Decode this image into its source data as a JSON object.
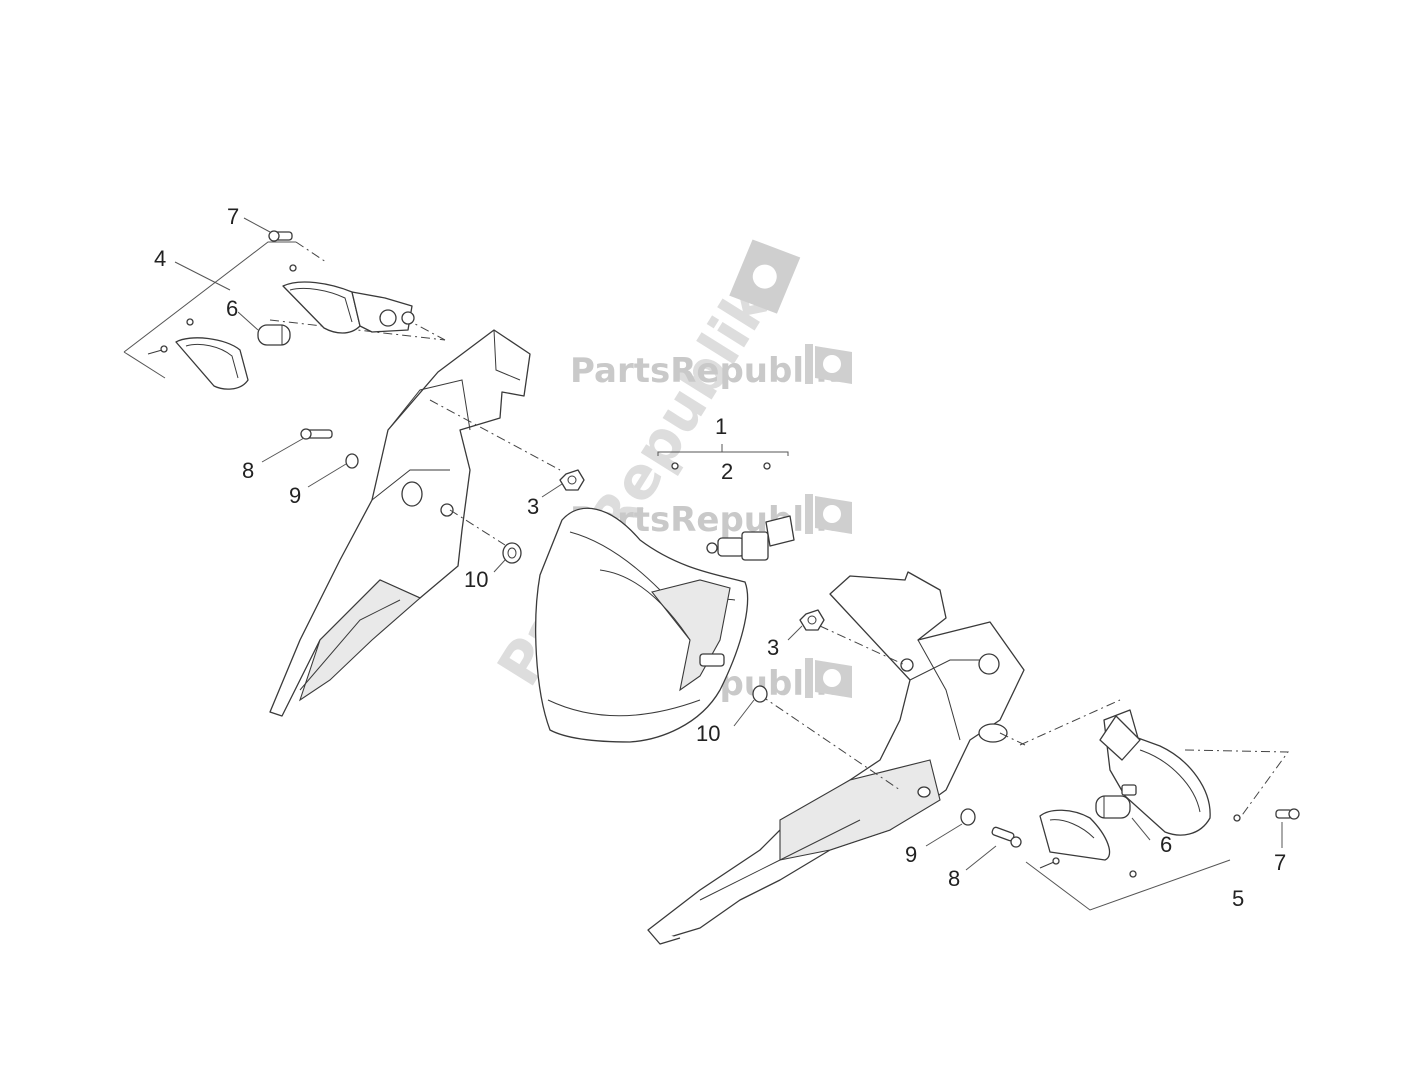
{
  "watermark": {
    "brand": "PartsRepublik",
    "brand_large": "PartsRepublik"
  },
  "callouts": {
    "c1": "1",
    "c2": "2",
    "c3a": "3",
    "c3b": "3",
    "c4": "4",
    "c5": "5",
    "c6a": "6",
    "c6b": "6",
    "c7a": "7",
    "c7b": "7",
    "c8a": "8",
    "c8b": "8",
    "c9a": "9",
    "c9b": "9",
    "c10a": "10",
    "c10b": "10"
  },
  "colors": {
    "line": "#3a3a3a",
    "watermark": "#c9c9c9"
  }
}
